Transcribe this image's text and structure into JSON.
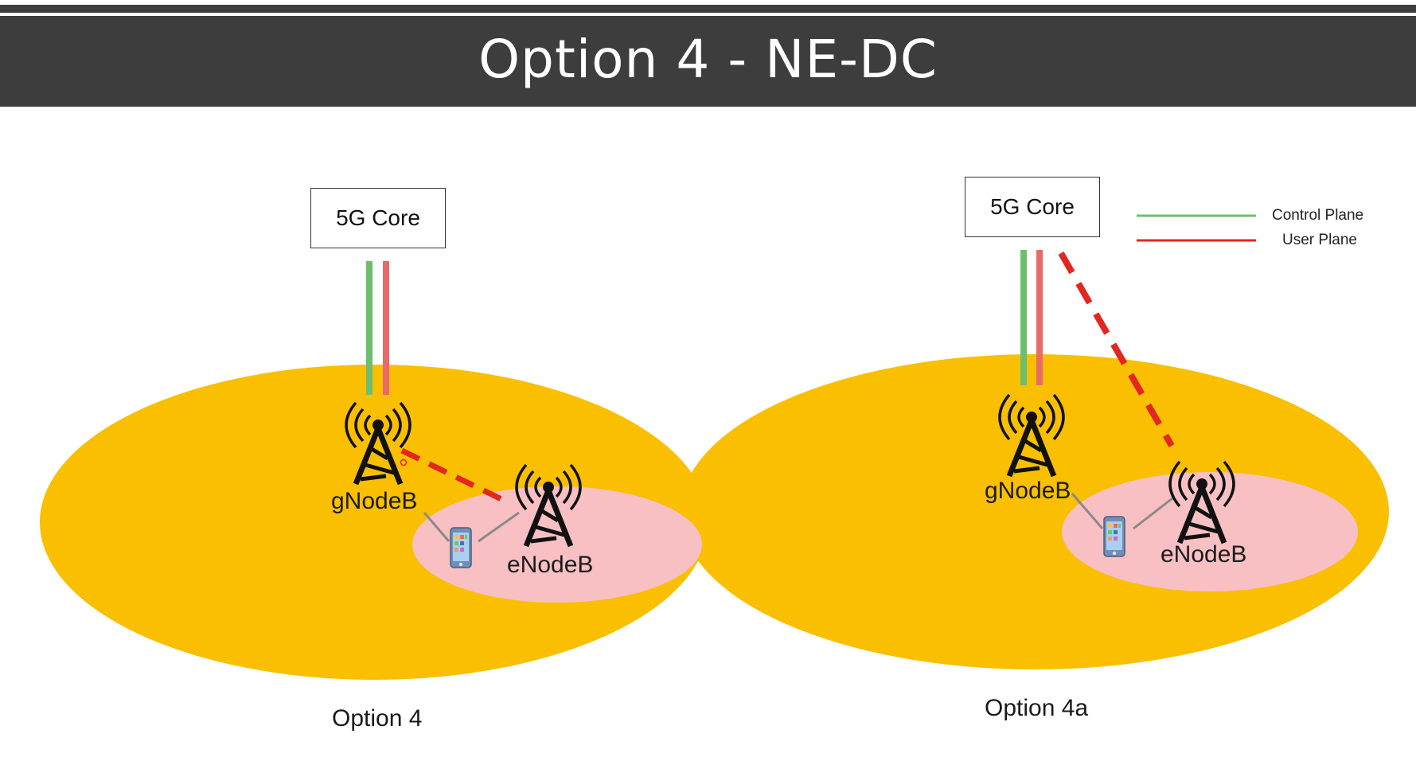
{
  "title": "Option 4 - NE-DC",
  "legend": {
    "control_plane": "Control Plane",
    "user_plane": "User Plane"
  },
  "left": {
    "core": "5G Core",
    "gnb": "gNodeB",
    "enb": "eNodeB",
    "option": "Option 4"
  },
  "right": {
    "core": "5G Core",
    "gnb": "gNodeB",
    "enb": "eNodeB",
    "option": "Option 4a"
  },
  "colors": {
    "control_plane": "#6dbf6e",
    "user_plane": "#e86a6a",
    "user_plane_dashed": "#e3261f",
    "gnb_coverage": "#f9bf00",
    "enb_coverage": "#f8c0c2",
    "title_bar": "#3d3d3d"
  },
  "icons": [
    "antenna-tower-icon",
    "smartphone-icon"
  ]
}
